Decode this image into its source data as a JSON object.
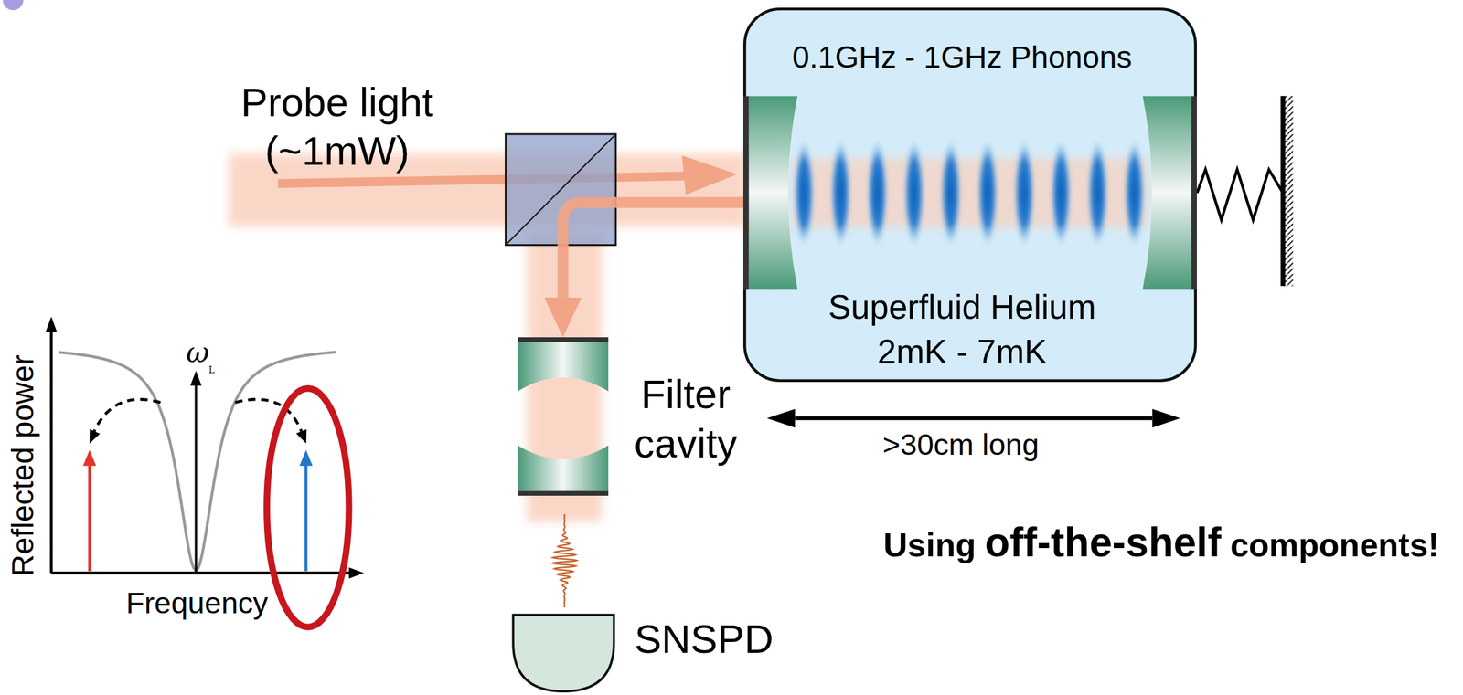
{
  "diagram": {
    "nodes": [
      {
        "text": [
          "0.1GHz - 1GHz Phonons",
          "Superfluid Helium 2mK - 7mK"
        ]
      },
      {
        "text": [
          "Filter cavity"
        ]
      },
      {
        "text": [
          "SNSPD"
        ]
      }
    ],
    "edges": [
      {
        "from": 0,
        "to": 1,
        "arrow": "to"
      }
    ],
    "labels": [
      "Probe light (~1mW)",
      ">30cm long",
      "Using",
      "off-the-shelf",
      "components!",
      "Reflected power",
      "Frequency",
      "ω",
      "L"
    ]
  }
}
